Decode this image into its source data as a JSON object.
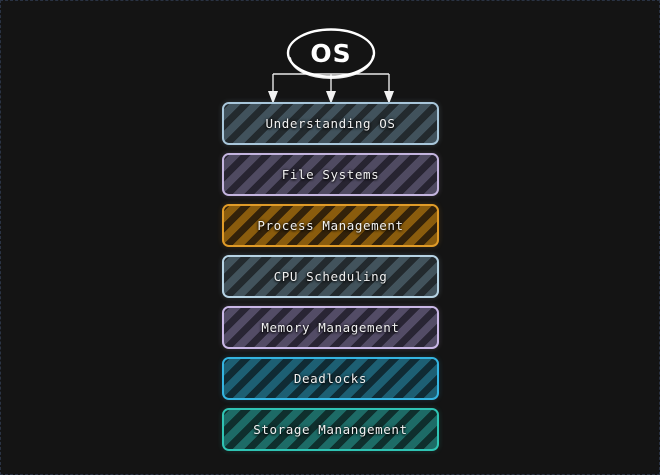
{
  "diagram": {
    "background_color": "#141414",
    "frame_border_color": "#2a3344",
    "root": {
      "label": "OS",
      "shape": "ellipse",
      "stroke_color": "#ffffff",
      "text_color": "#ffffff"
    },
    "connectors": {
      "color": "#e8e8e8",
      "arrow_count": 3,
      "style": "elbow-with-arrowhead"
    },
    "node_text_color": "#f2f2f2",
    "nodes": [
      {
        "label": "Understanding OS",
        "border_color": "#a8c6da",
        "fill_color": "#41525c",
        "hatch_color": "#232a2e"
      },
      {
        "label": "File Systems",
        "border_color": "#c3b4de",
        "fill_color": "#4f4a61",
        "hatch_color": "#272431"
      },
      {
        "label": "Process Management",
        "border_color": "#e09b28",
        "fill_color": "#8a5c0d",
        "hatch_color": "#33220a"
      },
      {
        "label": "CPU Scheduling",
        "border_color": "#b6d3e4",
        "fill_color": "#42535c",
        "hatch_color": "#232a2e"
      },
      {
        "label": "Memory Management",
        "border_color": "#c9b7e6",
        "fill_color": "#534c66",
        "hatch_color": "#292534"
      },
      {
        "label": "Deadlocks",
        "border_color": "#34b4e0",
        "fill_color": "#1d5f73",
        "hatch_color": "#102b34"
      },
      {
        "label": "Storage Manangement",
        "border_color": "#2fc4b4",
        "fill_color": "#1d6b66",
        "hatch_color": "#0f2f2d"
      }
    ]
  }
}
